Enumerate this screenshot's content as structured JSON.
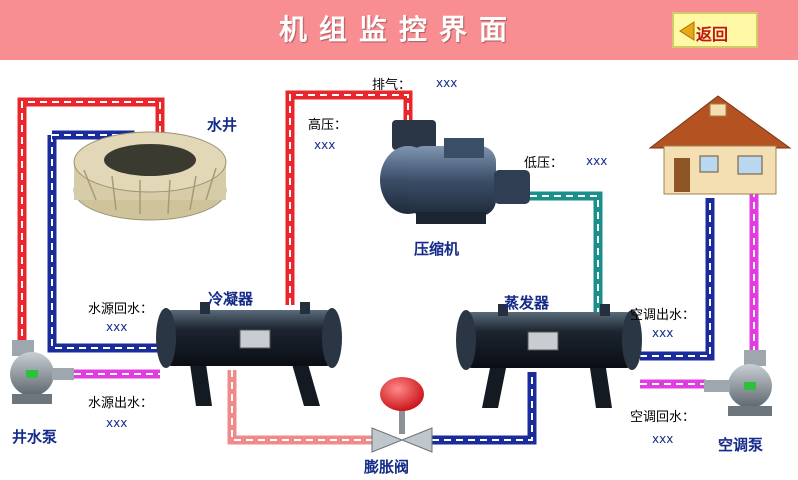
{
  "header": {
    "title": "机组监控界面",
    "back_label": "返回"
  },
  "colors": {
    "header_bg": "#f88e92",
    "hot_pipe": "#e8262b",
    "cold_pipe": "#1a2b9c",
    "magenta_pipe": "#e13ce0",
    "teal_pipe": "#1a8f8c",
    "pink_pipe": "#f08a8a"
  },
  "components": {
    "water_well": "水井",
    "compressor": "压缩机",
    "condenser": "冷凝器",
    "evaporator": "蒸发器",
    "expansion_valve": "膨胀阀",
    "well_pump": "井水泵",
    "ac_pump": "空调泵"
  },
  "readings": {
    "exhaust": {
      "label": "排气：",
      "value": "xxx"
    },
    "high_pressure": {
      "label": "高压：",
      "value": "xxx"
    },
    "low_pressure": {
      "label": "低压：",
      "value": "xxx"
    },
    "source_return": {
      "label": "水源回水：",
      "value": "xxx"
    },
    "source_outlet": {
      "label": "水源出水：",
      "value": "xxx"
    },
    "ac_outlet": {
      "label": "空调出水：",
      "value": "xxx"
    },
    "ac_return": {
      "label": "空调回水：",
      "value": "xxx"
    }
  }
}
